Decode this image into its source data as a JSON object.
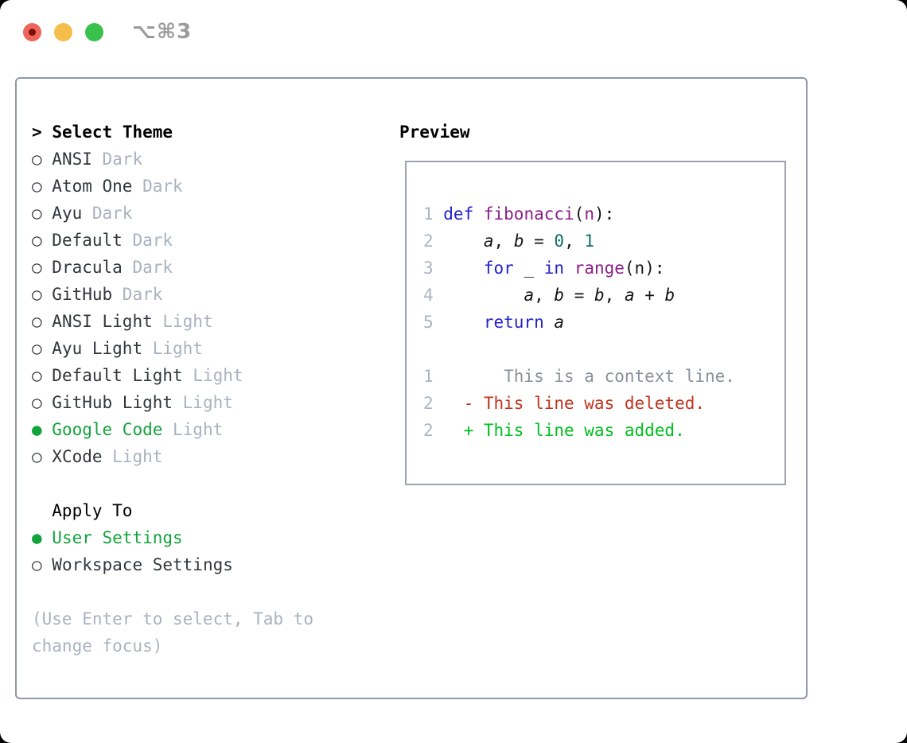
{
  "window": {
    "title": "⌥⌘3"
  },
  "colors": {
    "traffic-red": "#ef655a",
    "traffic-red-dot": "#7c100b",
    "traffic-yellow": "#f5bd4a",
    "traffic-green": "#38c24c",
    "title-gray": "#9b9b9b",
    "panel-border": "#8f99a5",
    "preview-border": "#9aa3ad",
    "text-dark": "#31363d",
    "muted": "#a9b2bf",
    "green": "#12a33c",
    "line-number": "#aab4c0",
    "syntax-plain": "#14161a",
    "syntax-keyword": "#2222cc",
    "syntax-function": "#8a1f8a",
    "syntax-number": "#0c7066",
    "diff-context": "#8b919b",
    "diff-deleted": "#c2331d",
    "diff-added": "#00bf1f"
  },
  "theme_panel": {
    "header_prefix": ">",
    "header_label": "Select Theme",
    "radio_glyphs": {
      "unselected": "○",
      "selected": "●"
    },
    "items": [
      {
        "name": "ANSI",
        "variant": "Dark",
        "selected": false
      },
      {
        "name": "Atom One",
        "variant": "Dark",
        "selected": false
      },
      {
        "name": "Ayu",
        "variant": "Dark",
        "selected": false
      },
      {
        "name": "Default",
        "variant": "Dark",
        "selected": false
      },
      {
        "name": "Dracula",
        "variant": "Dark",
        "selected": false
      },
      {
        "name": "GitHub",
        "variant": "Dark",
        "selected": false
      },
      {
        "name": "ANSI Light",
        "variant": "Light",
        "selected": false
      },
      {
        "name": "Ayu Light",
        "variant": "Light",
        "selected": false
      },
      {
        "name": "Default Light",
        "variant": "Light",
        "selected": false
      },
      {
        "name": "GitHub Light",
        "variant": "Light",
        "selected": false
      },
      {
        "name": "Google Code",
        "variant": "Light",
        "selected": true
      },
      {
        "name": "XCode",
        "variant": "Light",
        "selected": false
      }
    ],
    "apply_to_label": "Apply To",
    "apply_options": [
      {
        "label": "User Settings",
        "selected": true
      },
      {
        "label": "Workspace Settings",
        "selected": false
      }
    ],
    "hint": "(Use Enter to select, Tab to change focus)"
  },
  "preview": {
    "label": "Preview",
    "code_lines": [
      {
        "num": "1",
        "tokens": [
          [
            "k",
            "def"
          ],
          [
            "p",
            " "
          ],
          [
            "f",
            "fibonacci"
          ],
          [
            "p",
            "("
          ],
          [
            "f",
            "n"
          ],
          [
            "p",
            "):"
          ]
        ]
      },
      {
        "num": "2",
        "tokens": [
          [
            "p",
            "    "
          ],
          [
            "v",
            "a"
          ],
          [
            "p",
            ", "
          ],
          [
            "v",
            "b"
          ],
          [
            "p",
            " = "
          ],
          [
            "n",
            "0"
          ],
          [
            "p",
            ", "
          ],
          [
            "n",
            "1"
          ]
        ]
      },
      {
        "num": "3",
        "tokens": [
          [
            "p",
            "    "
          ],
          [
            "k",
            "for"
          ],
          [
            "p",
            " _ "
          ],
          [
            "k",
            "in"
          ],
          [
            "p",
            " "
          ],
          [
            "f",
            "range"
          ],
          [
            "p",
            "(n):"
          ]
        ]
      },
      {
        "num": "4",
        "tokens": [
          [
            "p",
            "        "
          ],
          [
            "v",
            "a"
          ],
          [
            "p",
            ", "
          ],
          [
            "v",
            "b"
          ],
          [
            "p",
            " = "
          ],
          [
            "v",
            "b"
          ],
          [
            "p",
            ", "
          ],
          [
            "v",
            "a"
          ],
          [
            "p",
            " + "
          ],
          [
            "v",
            "b"
          ]
        ]
      },
      {
        "num": "5",
        "tokens": [
          [
            "p",
            "    "
          ],
          [
            "k",
            "return"
          ],
          [
            "p",
            " "
          ],
          [
            "v",
            "a"
          ]
        ]
      }
    ],
    "diff_lines": [
      {
        "num": "1",
        "type": "context",
        "text": "      This is a context line."
      },
      {
        "num": "2",
        "type": "deleted",
        "text": "  - This line was deleted."
      },
      {
        "num": "2",
        "type": "added",
        "text": "  + This line was added."
      }
    ]
  }
}
